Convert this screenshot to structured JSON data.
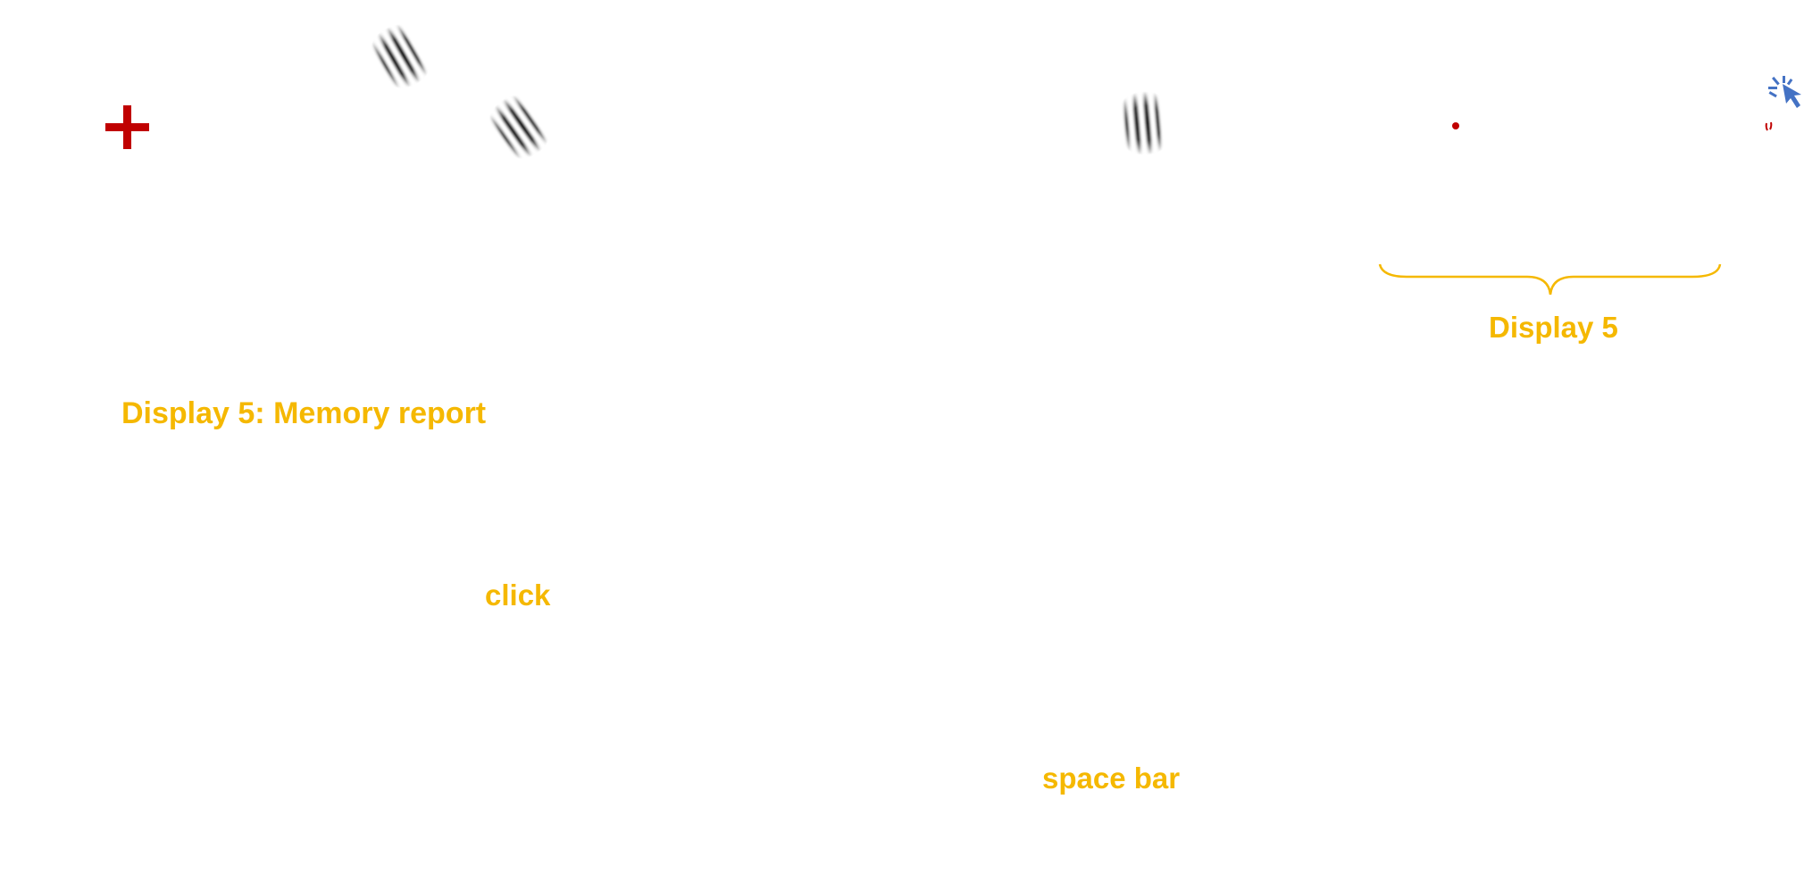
{
  "labels": {
    "display_title": "Display 5: Memory report",
    "click": "click",
    "space_bar": "space bar",
    "display": "Display 5"
  },
  "colors": {
    "accent": "#F5B800",
    "fixation": "#C00000",
    "grating": "#111111",
    "cursor": "#4472C4"
  },
  "icons": {
    "fixation": "plus-icon",
    "cursor": "mouse-pointer-click-icon"
  },
  "gratings": [
    {
      "orientation_deg": -30
    },
    {
      "orientation_deg": -35
    },
    {
      "orientation_deg": -5
    }
  ]
}
